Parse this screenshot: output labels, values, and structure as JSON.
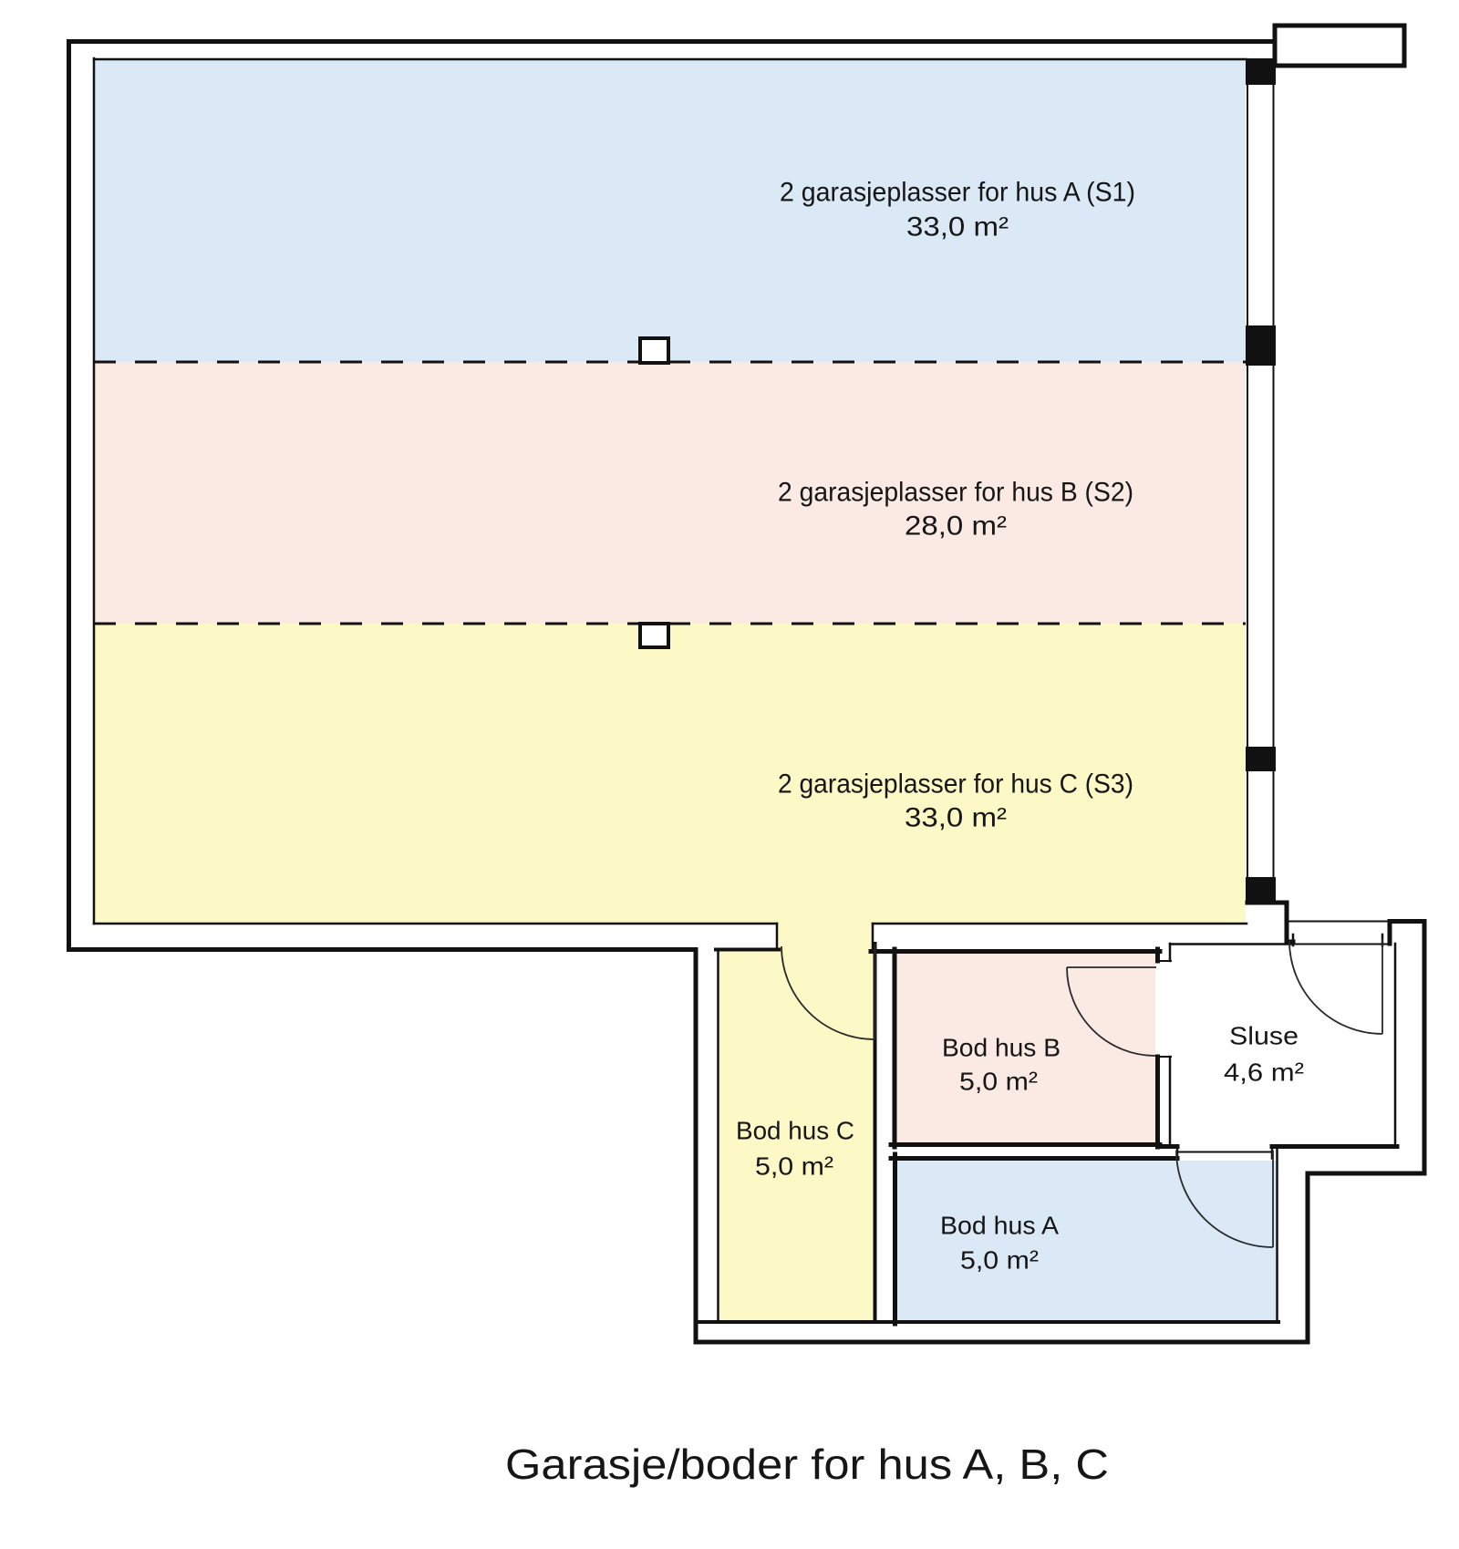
{
  "plan_title": {
    "text": "Garasje/boder for hus A, B, C"
  },
  "rooms": {
    "garage_a": {
      "label": "2 garasjeplasser for hus A (S1)",
      "area": "33,0 m²"
    },
    "garage_b": {
      "label": "2 garasjeplasser for hus B (S2)",
      "area": "28,0 m²"
    },
    "garage_c": {
      "label": "2 garasjeplasser for hus C (S3)",
      "area": "33,0 m²"
    },
    "bod_c": {
      "label": "Bod hus C",
      "area": "5,0 m²"
    },
    "bod_b": {
      "label": "Bod hus B",
      "area": "5,0 m²"
    },
    "sluse": {
      "label": "Sluse",
      "area": "4,6 m²"
    },
    "bod_a": {
      "label": "Bod hus A",
      "area": "5,0 m²"
    }
  },
  "colors": {
    "hus_a_blue": "#dbe9f6",
    "hus_b_pink": "#fbe9e3",
    "hus_c_yellow": "#fcf9c6",
    "wall": "#111111",
    "background": "#ffffff"
  }
}
